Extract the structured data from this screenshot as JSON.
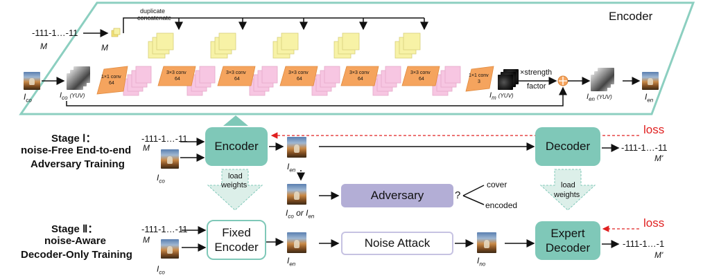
{
  "encoder": {
    "title": "Encoder",
    "message_bits": "-111-1…-11",
    "message_symbol": "M",
    "message_symbol_small": "M",
    "duplicate_label_1": "duplicate",
    "duplicate_label_2": "concatenate",
    "first_conv_1": "1×1 conv",
    "first_conv_2": "64",
    "mid_conv_1": "3×3 conv",
    "mid_conv_2": "64",
    "last_conv_1": "1×1 conv",
    "last_conv_2": "3",
    "input_label": "I",
    "input_sub": "co",
    "yuv_label": "I",
    "yuv_sub": "co",
    "yuv_suffix": "(YUV)",
    "im_label": "I",
    "im_sub": "m",
    "im_suffix": "(YUV)",
    "strength_1": "×strength",
    "strength_2": "factor",
    "ien_yuv_label": "I",
    "ien_yuv_sub": "en",
    "ien_yuv_suffix": "(YUV)",
    "output_label": "I",
    "output_sub": "en"
  },
  "stage1": {
    "title_1": "Stage Ⅰ：",
    "title_2": "noise-Free End-to-end",
    "title_3": "Adversary Training",
    "message_bits": "-111-1…-11",
    "message_symbol": "M",
    "cover_label": "I",
    "cover_sub": "co",
    "encoder_label": "Encoder",
    "decoder_label": "Decoder",
    "ien_label": "I",
    "ien_sub": "en",
    "output_bits": "-111-1…-11",
    "output_symbol": "M'",
    "loss_label": "loss",
    "load_weights_1": "load",
    "load_weights_2": "weights",
    "adversary_label": "Adversary",
    "adversary_question": "?",
    "adversary_opt_1": "cover",
    "adversary_opt_2": "encoded",
    "adv_input_prefix": "I",
    "adv_input_sub1": "co",
    "adv_input_or": " or I",
    "adv_input_sub2": "en"
  },
  "stage2": {
    "title_1": "Stage Ⅱ：",
    "title_2": "noise-Aware",
    "title_3": "Decoder-Only Training",
    "message_bits": "-111-1…-11",
    "message_symbol": "M",
    "cover_label": "I",
    "cover_sub": "co",
    "fixed_encoder_1": "Fixed",
    "fixed_encoder_2": "Encoder",
    "ien_label": "I",
    "ien_sub": "en",
    "noise_attack_label": "Noise Attack",
    "ino_label": "I",
    "ino_sub": "no",
    "expert_decoder_1": "Expert",
    "expert_decoder_2": "Decoder",
    "output_bits": "-111-1…-1",
    "output_symbol": "M'",
    "loss_label": "loss",
    "load_weights_1": "load",
    "load_weights_2": "weights"
  },
  "colors": {
    "teal": "#7fc8b8",
    "purple": "#b3aed6",
    "conv_orange": "#f5a45e",
    "feature_pink": "#f7c6e2",
    "feature_yellow": "#f7f2a6",
    "loss_red": "#e02020",
    "add_node": "#f5a45e"
  }
}
